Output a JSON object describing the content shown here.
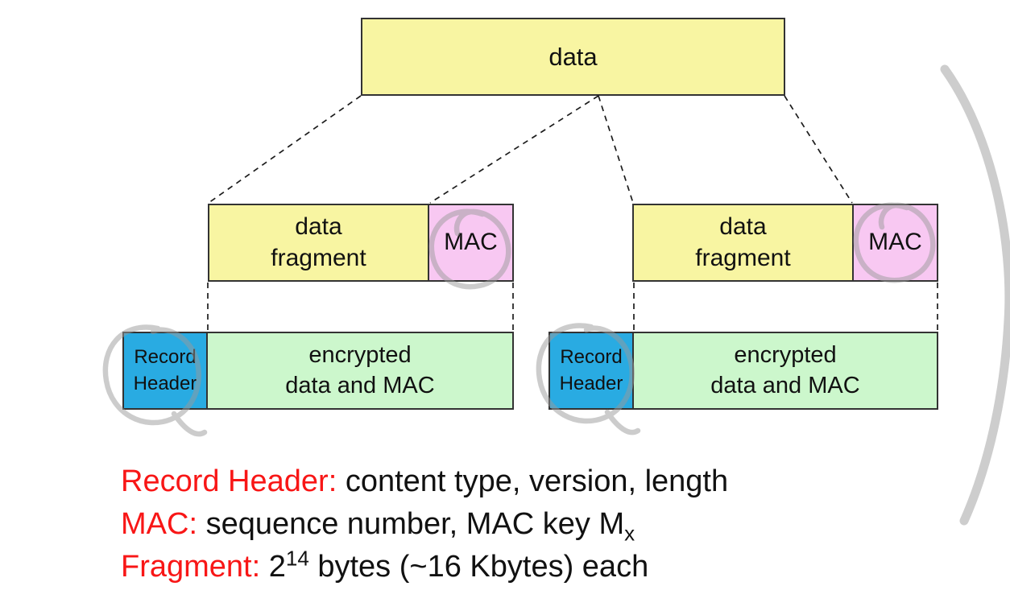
{
  "colors": {
    "data_yellow": "#f8f5a2",
    "mac_pink": "#f8c8f2",
    "record_header_blue": "#29abe2",
    "encrypted_green": "#ccf7cc",
    "term_red": "#f81616",
    "annotation_gray": "#c9c9c9",
    "box_border": "#333333"
  },
  "top_box": {
    "label": "data"
  },
  "fragments": [
    {
      "data_label": "data\nfragment",
      "mac_label": "MAC"
    },
    {
      "data_label": "data\nfragment",
      "mac_label": "MAC"
    }
  ],
  "records": [
    {
      "header_label": "Record\nHeader",
      "body_label": "encrypted\ndata and MAC"
    },
    {
      "header_label": "Record\nHeader",
      "body_label": "encrypted\ndata and MAC"
    }
  ],
  "notes": [
    {
      "term": "Record Header:",
      "desc": "content type, version, length"
    },
    {
      "term": "MAC:",
      "desc_main": "sequence number, MAC key M",
      "desc_sub": "x"
    },
    {
      "term": "Fragment:",
      "desc_base": "2",
      "desc_sup": "14",
      "desc_rest": "bytes (~16 Kbytes) each"
    }
  ],
  "annotations": {
    "circle_marks": [
      "left-mac-circle",
      "right-mac-circle",
      "left-record-header-circle",
      "right-record-header-circle"
    ],
    "margin_mark": "right-margin-parenthesis"
  }
}
